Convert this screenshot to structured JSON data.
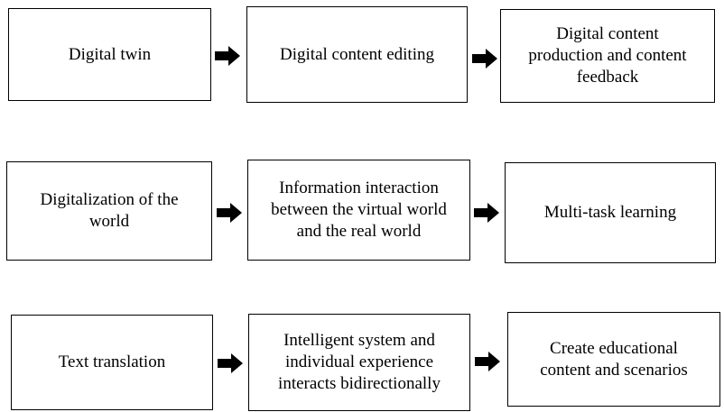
{
  "rows": [
    {
      "boxes": [
        "Digital   twin",
        "Digital content editing",
        "Digital content\nproduction and content\nfeedback"
      ]
    },
    {
      "boxes": [
        "Digitalization of the\nworld",
        "Information interaction\nbetween the virtual world\nand the real world",
        "Multi-task learning"
      ]
    },
    {
      "boxes": [
        "Text translation",
        "Intelligent system and\nindividual experience\ninteracts bidirectionally",
        "Create educational\ncontent and scenarios"
      ]
    }
  ],
  "colors": {
    "border": "#000000",
    "arrow": "#000000",
    "background": "#ffffff"
  }
}
